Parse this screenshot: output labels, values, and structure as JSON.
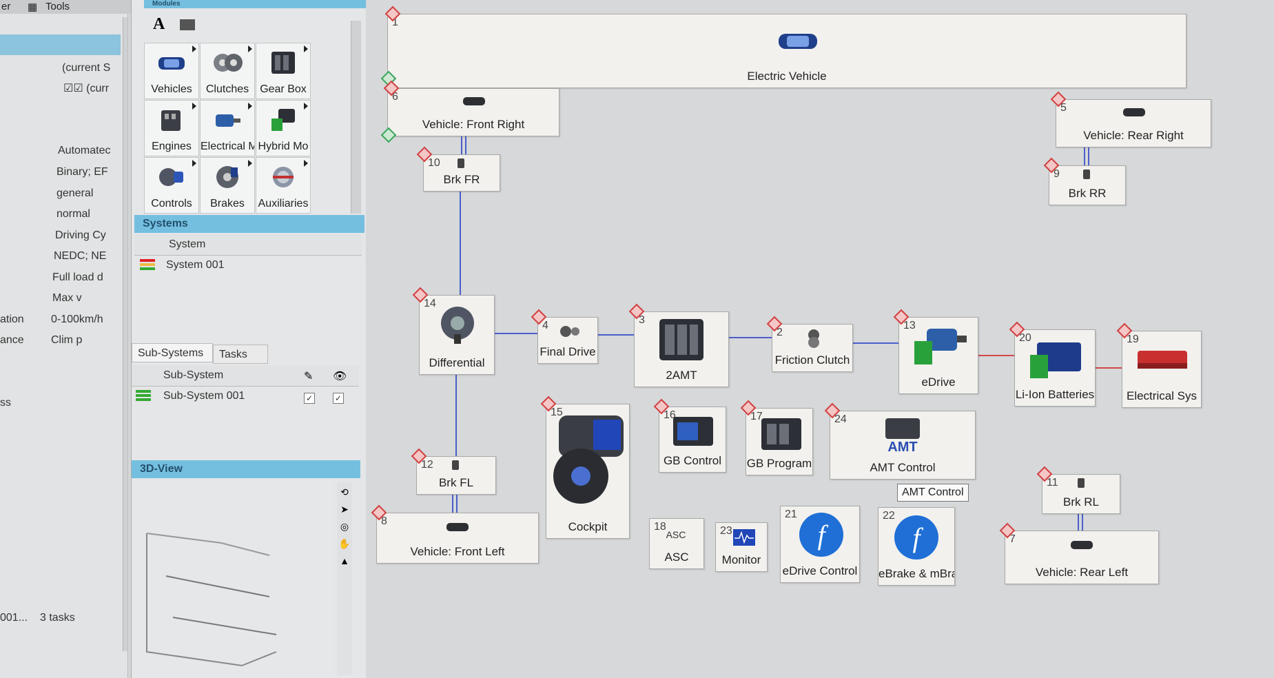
{
  "menubar": {
    "item_partial": "er",
    "tools": "Tools"
  },
  "properties": {
    "lines": [
      "(current S",
      "☑☑ (curr",
      "Automatec",
      "Binary; EF",
      "general",
      "normal",
      "Driving Cy",
      "NEDC; NE",
      "Full load d",
      "Max v",
      "0-100km/h",
      "Clim p"
    ],
    "left_labels": [
      "ation",
      "ance"
    ],
    "footer": [
      "001...",
      "3 tasks"
    ],
    "ss": "ss"
  },
  "modules": {
    "title": "Modules",
    "tiles": [
      {
        "label": "Vehicles",
        "icon": "vehicle-icon"
      },
      {
        "label": "Clutches",
        "icon": "clutch-icon"
      },
      {
        "label": "Gear Box",
        "icon": "gearbox-icon"
      },
      {
        "label": "Engines",
        "icon": "engine-icon"
      },
      {
        "label": "Electrical M",
        "icon": "electric-motor-icon"
      },
      {
        "label": "Hybrid Mo",
        "icon": "hybrid-module-icon"
      },
      {
        "label": "Controls",
        "icon": "controls-icon"
      },
      {
        "label": "Brakes",
        "icon": "brake-icon"
      },
      {
        "label": "Auxiliaries",
        "icon": "auxiliaries-icon"
      }
    ],
    "toolbar_text_icon": "A"
  },
  "systems": {
    "title": "Systems",
    "column": "System",
    "items": [
      "System 001"
    ]
  },
  "subsystems": {
    "tabs": [
      "Sub-Systems",
      "Tasks"
    ],
    "column": "Sub-System",
    "items": [
      "Sub-System 001"
    ]
  },
  "view3d": {
    "title": "3D-View"
  },
  "canvas": {
    "blocks": [
      {
        "id": "b1",
        "num": "1",
        "label": "Electric Vehicle"
      },
      {
        "id": "b6",
        "num": "6",
        "label": "Vehicle: Front Right"
      },
      {
        "id": "b5",
        "num": "5",
        "label": "Vehicle: Rear Right"
      },
      {
        "id": "b10",
        "num": "10",
        "label": "Brk FR"
      },
      {
        "id": "b9",
        "num": "9",
        "label": "Brk RR"
      },
      {
        "id": "b14",
        "num": "14",
        "label": "Differential"
      },
      {
        "id": "b4",
        "num": "4",
        "label": "Final Drive"
      },
      {
        "id": "b3",
        "num": "3",
        "label": "2AMT"
      },
      {
        "id": "b2",
        "num": "2",
        "label": "Friction Clutch"
      },
      {
        "id": "b13",
        "num": "13",
        "label": "eDrive"
      },
      {
        "id": "b20",
        "num": "20",
        "label": "Li-Ion Batteries"
      },
      {
        "id": "b19",
        "num": "19",
        "label": "Electrical Sys"
      },
      {
        "id": "b15",
        "num": "15",
        "label": "Cockpit"
      },
      {
        "id": "b16",
        "num": "16",
        "label": "GB Control"
      },
      {
        "id": "b17",
        "num": "17",
        "label": "GB Program"
      },
      {
        "id": "b24",
        "num": "24",
        "label": "AMT Control"
      },
      {
        "id": "b12",
        "num": "12",
        "label": "Brk FL"
      },
      {
        "id": "b8",
        "num": "8",
        "label": "Vehicle: Front Left"
      },
      {
        "id": "b18",
        "num": "18",
        "label": "ASC"
      },
      {
        "id": "b23",
        "num": "23",
        "label": "Monitor"
      },
      {
        "id": "b21",
        "num": "21",
        "label": "eDrive Control"
      },
      {
        "id": "b22",
        "num": "22",
        "label": "eBrake & mBrake"
      },
      {
        "id": "b11",
        "num": "11",
        "label": "Brk RL"
      },
      {
        "id": "b7",
        "num": "7",
        "label": "Vehicle: Rear Left"
      }
    ],
    "tooltip": "AMT Control"
  }
}
